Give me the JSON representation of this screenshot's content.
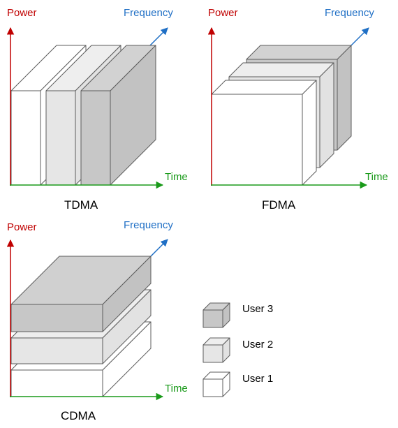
{
  "axis_labels": {
    "power": "Power",
    "frequency": "Frequency",
    "time": "Time"
  },
  "panels": {
    "tdma": {
      "title": "TDMA"
    },
    "fdma": {
      "title": "FDMA"
    },
    "cdma": {
      "title": "CDMA"
    }
  },
  "legend": [
    {
      "label": "User 3",
      "color": "#c7c7c7"
    },
    {
      "label": "User 2",
      "color": "#e6e6e6"
    },
    {
      "label": "User 1",
      "color": "#ffffff"
    }
  ],
  "colors": {
    "power_axis": "#c00000",
    "frequency_axis": "#1f6fc5",
    "time_axis": "#1a9a1a",
    "outline": "#5c5c5c"
  }
}
